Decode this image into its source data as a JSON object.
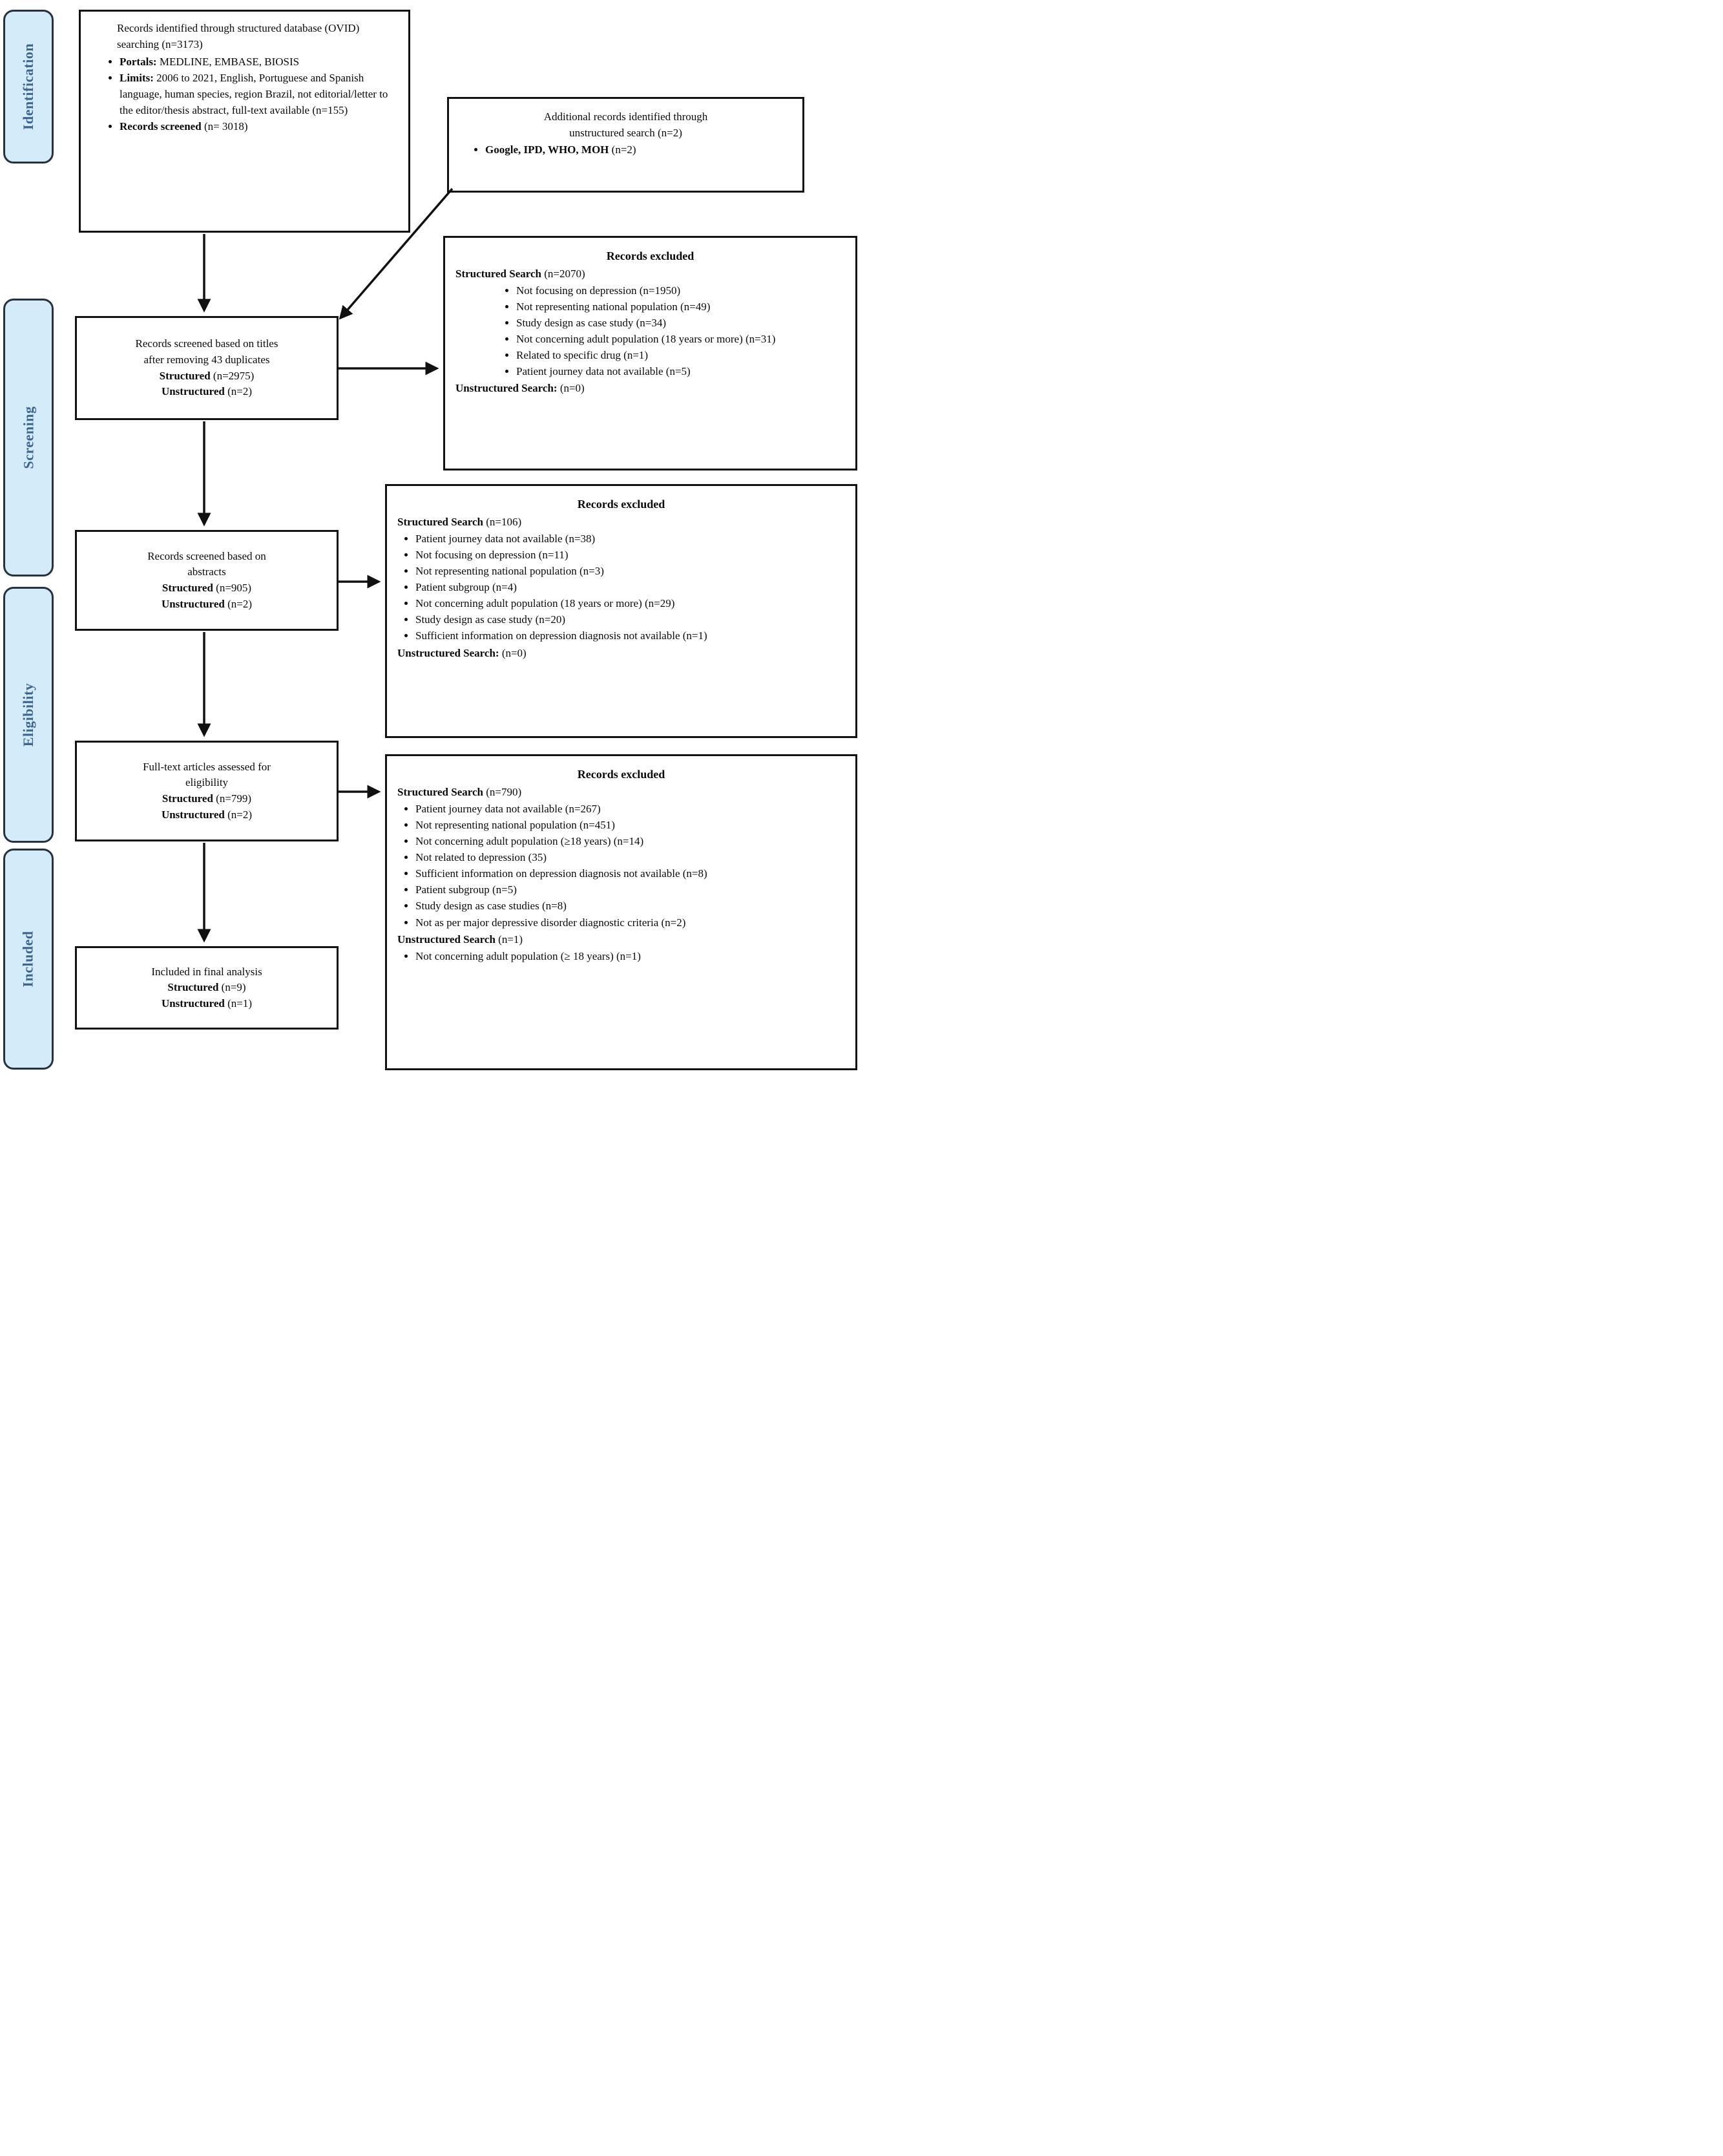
{
  "sidebar": {
    "items": [
      {
        "label": "Identification"
      },
      {
        "label": "Screening"
      },
      {
        "label": "Eligibility"
      },
      {
        "label": "Included"
      }
    ]
  },
  "flow": {
    "identification_box": {
      "intro": "Records identified through structured database (OVID) searching (n=3173)",
      "bullets": [
        {
          "b": "Portals:",
          "t": " MEDLINE, EMBASE, BIOSIS"
        },
        {
          "b": "Limits:",
          "t": " 2006 to 2021, English, Portuguese and Spanish language, human species, region Brazil, not editorial/letter to the editor/thesis abstract, full-text available (n=155)"
        },
        {
          "b": "Records screened",
          "t": " (n= 3018)"
        }
      ]
    },
    "titles_box": {
      "lines": [
        {
          "t": "Records screened based on titles"
        },
        {
          "t": "after removing 43 duplicates"
        },
        {
          "b": "Structured",
          "t": " (n=2975)"
        },
        {
          "b": "Unstructured",
          "t": " (n=2)"
        }
      ]
    },
    "abstracts_box": {
      "lines": [
        {
          "t": "Records screened based on"
        },
        {
          "t": "abstracts"
        },
        {
          "b": "Structured",
          "t": " (n=905)"
        },
        {
          "b": "Unstructured",
          "t": " (n=2)"
        }
      ]
    },
    "fulltext_box": {
      "lines": [
        {
          "t": "Full-text articles assessed for"
        },
        {
          "t": "eligibility"
        },
        {
          "b": "Structured",
          "t": " (n=799)"
        },
        {
          "b": "Unstructured",
          "t": " (n=2)"
        }
      ]
    },
    "included_box": {
      "lines": [
        {
          "t": "Included in final analysis"
        },
        {
          "b": "Structured",
          "t": " (n=9)"
        },
        {
          "b": "Unstructured",
          "t": " (n=1)"
        }
      ]
    }
  },
  "side": {
    "additional_box": {
      "lines": [
        {
          "t": "Additional records identified through"
        },
        {
          "t": "unstructured search (n=2)"
        }
      ],
      "bullets": [
        {
          "b": "Google, IPD, WHO, MOH",
          "t": " (n=2)"
        }
      ]
    },
    "excluded_titles_box": {
      "title": "Records excluded",
      "header": {
        "b": "Structured Search",
        "t": " (n=2070)"
      },
      "bullets": [
        "Not focusing on depression (n=1950)",
        "Not representing national population (n=49)",
        "Study design as case study (n=34)",
        "Not concerning adult population (18 years or more) (n=31)",
        "Related to specific drug (n=1)",
        "Patient journey data not available (n=5)"
      ],
      "footer": {
        "b": "Unstructured Search:",
        "t": " (n=0)"
      }
    },
    "excluded_abstracts_box": {
      "title": "Records excluded",
      "header": {
        "b": "Structured Search",
        "t": " (n=106)"
      },
      "bullets": [
        "Patient journey data not available (n=38)",
        "Not focusing on depression (n=11)",
        "Not representing national population (n=3)",
        "Patient subgroup (n=4)",
        "Not concerning adult population (18 years or more) (n=29)",
        "Study design as case study (n=20)",
        "Sufficient information on depression diagnosis not available (n=1)"
      ],
      "footer": {
        "b": "Unstructured Search:",
        "t": " (n=0)"
      }
    },
    "excluded_fulltext_box": {
      "title": "Records excluded",
      "header": {
        "b": "Structured Search",
        "t": " (n=790)"
      },
      "bullets": [
        "Patient journey data not available (n=267)",
        "Not representing national population (n=451)",
        "Not concerning adult population (≥18 years) (n=14)",
        "Not related to depression (35)",
        "Sufficient information on depression diagnosis not available (n=8)",
        "Patient subgroup (n=5)",
        "Study design as case studies (n=8)",
        "Not as per major depressive disorder diagnostic criteria (n=2)"
      ],
      "footer": {
        "b": "Unstructured Search",
        "t": " (n=1)"
      },
      "footer_bullets": [
        "Not concerning adult population (≥ 18 years) (n=1)"
      ]
    }
  },
  "colors": {
    "stage_fill": "#d4ebf9",
    "stage_border": "#26323f",
    "stage_text": "#3d6593",
    "box_border": "#111111",
    "arrow": "#111111",
    "background": "#ffffff"
  }
}
